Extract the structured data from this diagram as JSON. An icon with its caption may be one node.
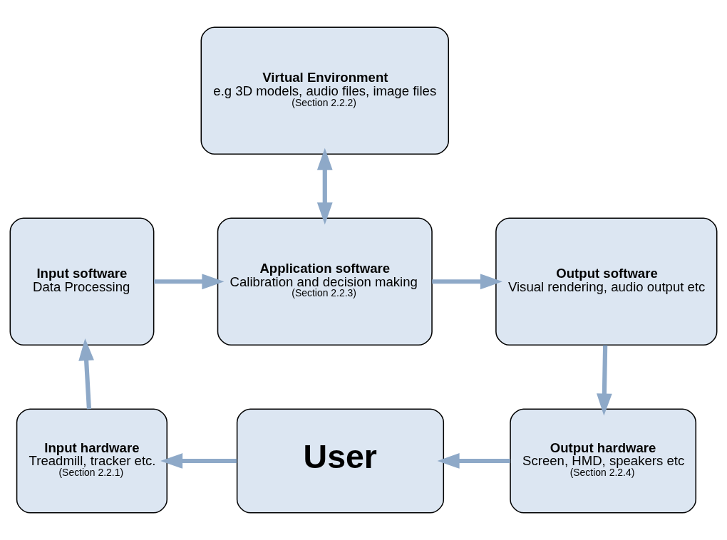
{
  "diagram": {
    "nodes": [
      {
        "text": [
          "Virtual Environment",
          "e.g 3D models, audio files, image files",
          "(Section 2.2.2)"
        ]
      },
      {
        "text": [
          "Input software",
          "Data Processing"
        ]
      },
      {
        "text": [
          "Application software",
          "Calibration and decision making",
          "(Section 2.2.3)"
        ]
      },
      {
        "text": [
          "Output software",
          "Visual rendering, audio output etc"
        ]
      },
      {
        "text": [
          "Input hardware",
          "Treadmill, tracker etc.",
          "(Section 2.2.1)"
        ]
      },
      {
        "text": [
          "User"
        ]
      },
      {
        "text": [
          "Output hardware",
          "Screen, HMD, speakers etc",
          "(Section 2.2.4)"
        ]
      }
    ],
    "edges": [
      {
        "from": 0,
        "to": 2,
        "arrow": "both"
      },
      {
        "from": 1,
        "to": 2,
        "arrow": "to"
      },
      {
        "from": 2,
        "to": 3,
        "arrow": "to"
      },
      {
        "from": 3,
        "to": 6,
        "arrow": "to"
      },
      {
        "from": 6,
        "to": 5,
        "arrow": "to"
      },
      {
        "from": 5,
        "to": 4,
        "arrow": "to"
      },
      {
        "from": 4,
        "to": 1,
        "arrow": "to"
      }
    ]
  }
}
